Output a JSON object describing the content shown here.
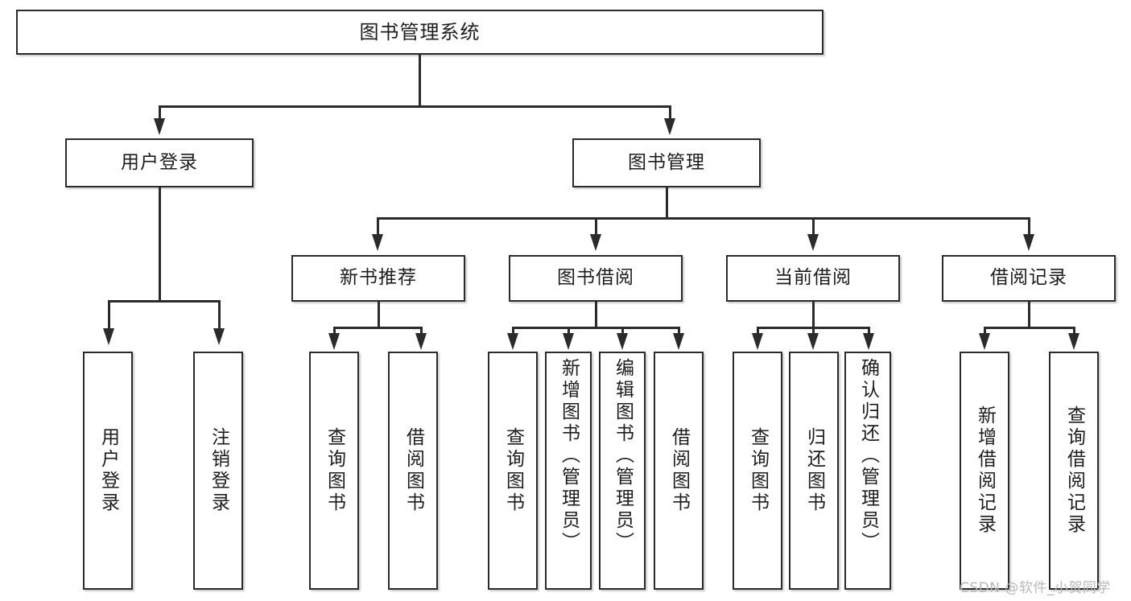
{
  "diagram": {
    "title": "图书管理系统",
    "type": "tree-hierarchy",
    "watermark": "CSDN @软件_小贺同学",
    "colors": {
      "stroke": "#2b2b2b",
      "fill": "#ffffff",
      "text": "#1d1d1d",
      "watermark": "#b9b9b9"
    }
  },
  "nodes": {
    "root": {
      "label": "图书管理系统"
    },
    "level2": [
      {
        "id": "user-login",
        "label": "用户登录"
      },
      {
        "id": "book-manage",
        "label": "图书管理"
      }
    ],
    "level3": [
      {
        "id": "new-book-recommend",
        "label": "新书推荐"
      },
      {
        "id": "book-borrow",
        "label": "图书借阅"
      },
      {
        "id": "current-borrow",
        "label": "当前借阅"
      },
      {
        "id": "borrow-record",
        "label": "借阅记录"
      }
    ],
    "leaves": {
      "user-login": [
        {
          "id": "leaf-user-login",
          "label": "用户登录"
        },
        {
          "id": "leaf-logout-login",
          "label": "注销登录"
        }
      ],
      "new-book-recommend": [
        {
          "id": "leaf-query-book-1",
          "label": "查询图书"
        },
        {
          "id": "leaf-borrow-book-1",
          "label": "借阅图书"
        }
      ],
      "book-borrow": [
        {
          "id": "leaf-query-book-2",
          "label": "查询图书"
        },
        {
          "id": "leaf-add-book",
          "label": "新增图书（管理员）"
        },
        {
          "id": "leaf-edit-book",
          "label": "编辑图书（管理员）"
        },
        {
          "id": "leaf-borrow-book-2",
          "label": "借阅图书"
        }
      ],
      "current-borrow": [
        {
          "id": "leaf-query-book-3",
          "label": "查询图书"
        },
        {
          "id": "leaf-return-book",
          "label": "归还图书"
        },
        {
          "id": "leaf-confirm-return",
          "label": "确认归还（管理员）"
        }
      ],
      "borrow-record": [
        {
          "id": "leaf-add-record",
          "label": "新增借阅记录"
        },
        {
          "id": "leaf-query-record",
          "label": "查询借阅记录"
        }
      ]
    }
  }
}
